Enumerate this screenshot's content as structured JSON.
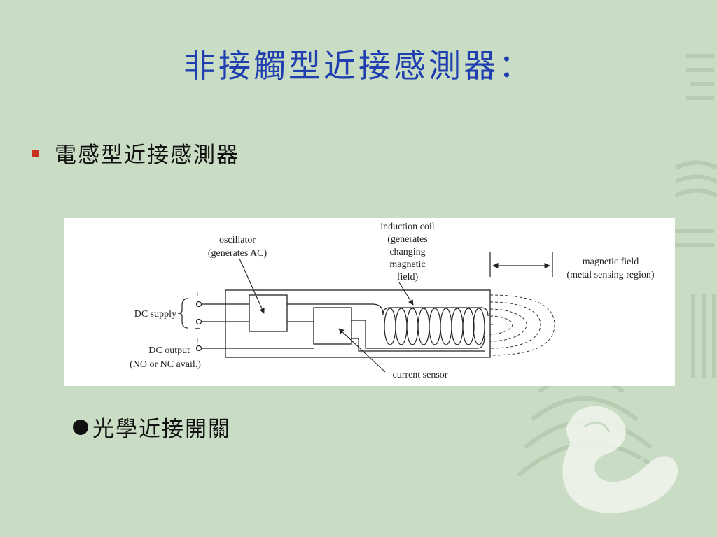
{
  "title": "非接觸型近接感測器：",
  "bullets": [
    {
      "text": "電感型近接感測器"
    },
    {
      "text": "光學近接開關"
    }
  ],
  "diagram": {
    "labels": {
      "oscillator_1": "oscillator",
      "oscillator_2": "(generates AC)",
      "coil_1": "induction coil",
      "coil_2": "(generates",
      "coil_3": "changing",
      "coil_4": "magnetic",
      "coil_5": "field)",
      "field_1": "magnetic field",
      "field_2": "(metal sensing region)",
      "dc_supply": "DC supply",
      "dc_output_1": "DC output",
      "dc_output_2": "(NO or NC avail.)",
      "current_sensor": "current sensor",
      "plus": "+",
      "minus": "−"
    }
  }
}
